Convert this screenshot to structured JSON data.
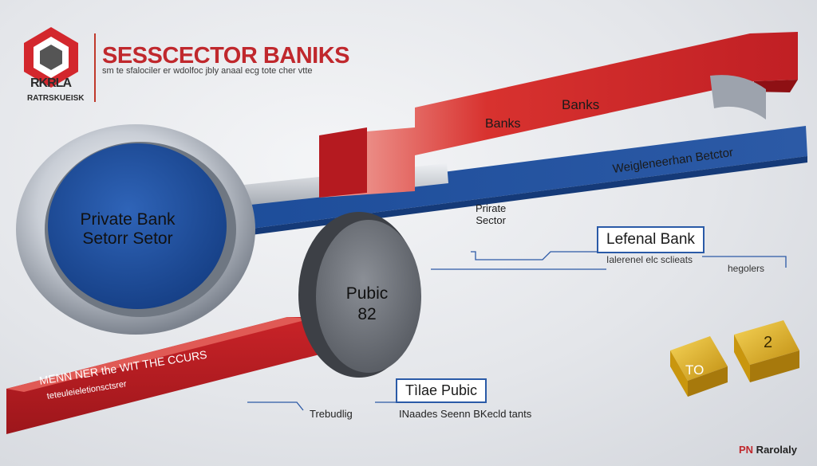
{
  "header": {
    "title": "SESSCECTOR BANIKS",
    "subtitle": "sm te sfalociler er wdolfoc jbly anaal ecg tote cher vtte",
    "logo_text_1": "RKRLA",
    "logo_text_2": "RATRSKUEISK"
  },
  "labels": {
    "private_bank": "Private Bank",
    "private_bank_2": "Setorr Setor",
    "banks_1": "Banks",
    "banks_2": "Banks",
    "weighed": "Weigleneerhan Betctor",
    "private_sector_1": "Prirate",
    "private_sector_2": "Sector",
    "lefenal_bank": "Lefenal  Bank",
    "lefenal_sub": "Ialerenel elc sclieats",
    "hegelers": "hegolers",
    "public_1": "Pubic",
    "public_2": "82",
    "menn": "MENN NER the WIT THE CCURS",
    "menn_sub": "teteuleieletionsctsrer",
    "pubic_box": "Tìlae Pubic",
    "trebudling": "Trebudlig",
    "inaades": "INaades Seenn BKecld tants",
    "gold_to": "TO",
    "gold_2": "2",
    "brand_prefix": "PN",
    "brand_suffix": " Rarolaly"
  },
  "colors": {
    "accent_red": "#c9252b",
    "accent_blue": "#2c5aa6",
    "gold": "#e2b22a"
  },
  "icons": {
    "logo": "bank-logo-icon",
    "ring": "steel-ring",
    "disc": "dark-coin",
    "gold": "gold-blocks"
  }
}
